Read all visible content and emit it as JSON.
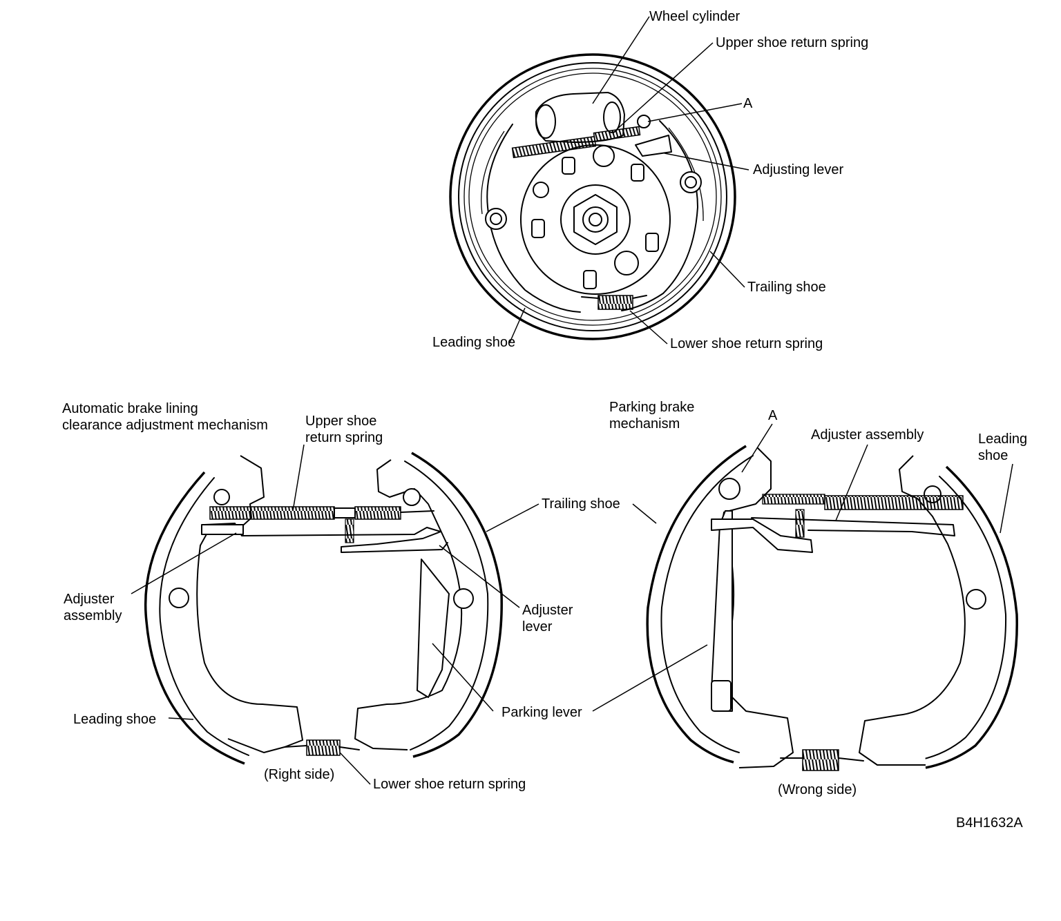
{
  "figure_id": "B4H1632A",
  "top_view": {
    "labels": {
      "wheel_cylinder": "Wheel cylinder",
      "upper_spring": "Upper shoe return spring",
      "a": "A",
      "adjusting_lever": "Adjusting lever",
      "trailing_shoe": "Trailing shoe",
      "leading_shoe": "Leading shoe",
      "lower_spring": "Lower shoe return spring"
    }
  },
  "left_view": {
    "title": "Automatic brake lining\nclearance adjustment mechanism",
    "caption": "(Right side)",
    "labels": {
      "upper_spring": "Upper shoe\nreturn spring",
      "trailing_shoe": "Trailing shoe",
      "adjuster_assembly": "Adjuster\nassembly",
      "adjuster_lever": "Adjuster\nlever",
      "parking_lever": "Parking lever",
      "leading_shoe": "Leading shoe",
      "lower_spring": "Lower shoe return spring"
    }
  },
  "right_view": {
    "title": "Parking brake\nmechanism",
    "caption": "(Wrong side)",
    "labels": {
      "a": "A",
      "adjuster_assembly": "Adjuster assembly",
      "leading_shoe": "Leading\nshoe"
    }
  }
}
